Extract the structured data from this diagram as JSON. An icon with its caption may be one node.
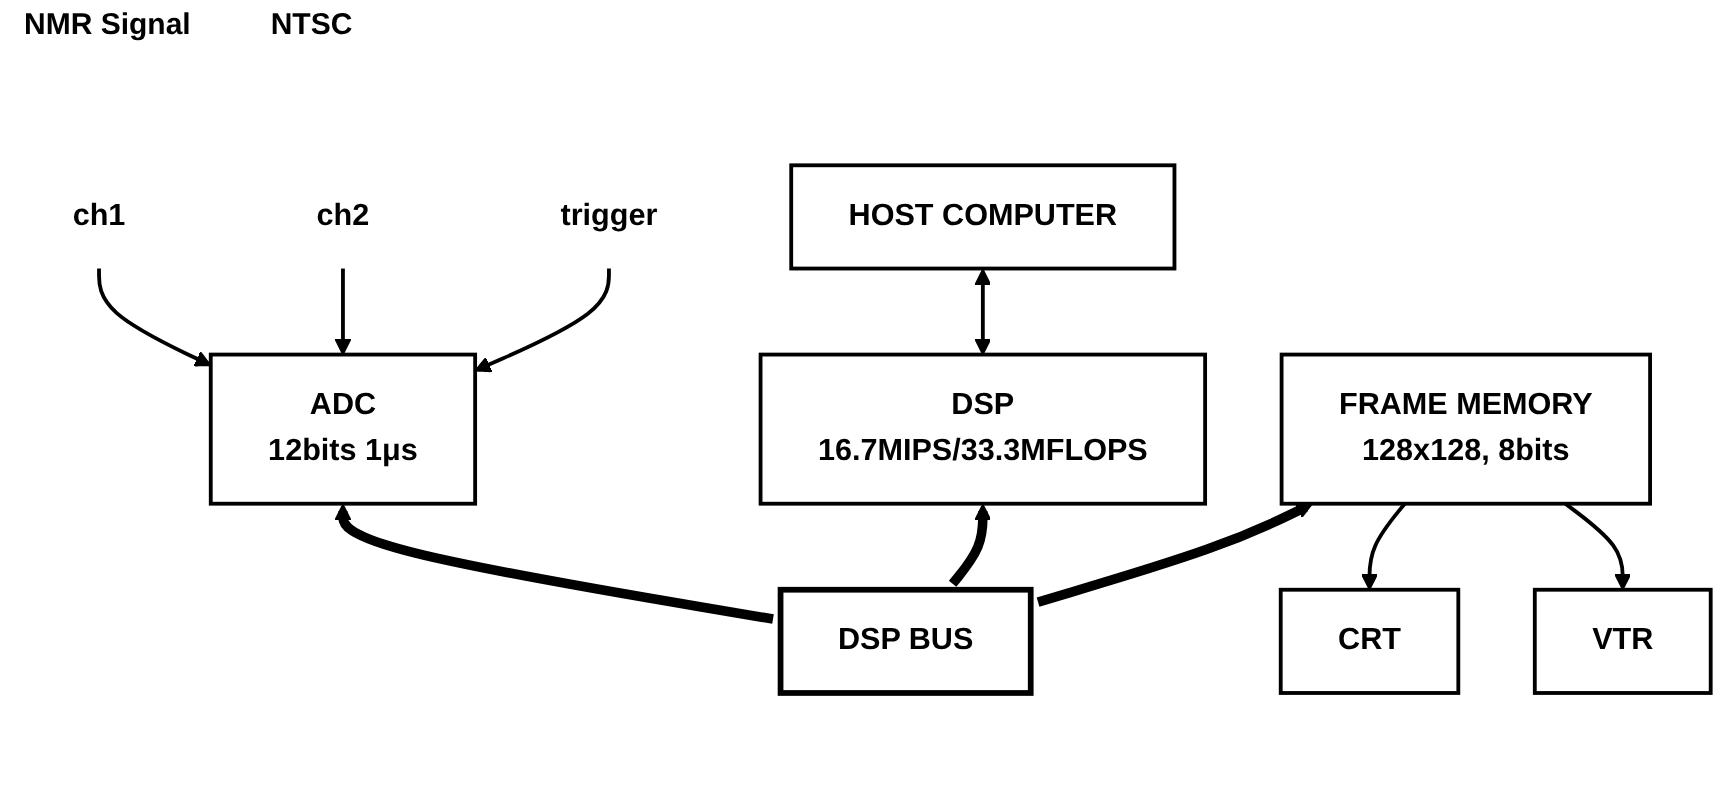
{
  "diagram": {
    "nodes": [
      {
        "text": [
          "ch1"
        ]
      },
      {
        "text": [
          "ch2"
        ]
      },
      {
        "text": [
          "trigger"
        ]
      },
      {
        "text": [
          "HOST COMPUTER"
        ]
      },
      {
        "text": [
          "ADC",
          "12bits 1μs"
        ]
      },
      {
        "text": [
          "DSP",
          "16.7MIPS/33.3MFLOPS"
        ]
      },
      {
        "text": [
          "CRT"
        ]
      },
      {
        "text": [
          "VTR"
        ]
      },
      {
        "text": [
          "FRAME MEMORY",
          "128x128, 8bits"
        ]
      },
      {
        "text": [
          "DSP BUS"
        ]
      }
    ],
    "edges": [
      {
        "from": 0,
        "to": 4,
        "arrow": "to"
      },
      {
        "from": 1,
        "to": 4,
        "arrow": "to"
      },
      {
        "from": 2,
        "to": 4,
        "arrow": "to"
      },
      {
        "from": 3,
        "to": 5,
        "arrow": "both"
      },
      {
        "from": 8,
        "to": 6,
        "arrow": "to"
      },
      {
        "from": 8,
        "to": 7,
        "arrow": "to"
      },
      {
        "from": 9,
        "to": 4,
        "arrow": "to",
        "style": "thick"
      },
      {
        "from": 9,
        "to": 5,
        "arrow": "to",
        "style": "thick"
      },
      {
        "from": 9,
        "to": 8,
        "arrow": "to",
        "style": "thick"
      }
    ],
    "labels": [
      "NMR Signal",
      "NTSC"
    ]
  }
}
